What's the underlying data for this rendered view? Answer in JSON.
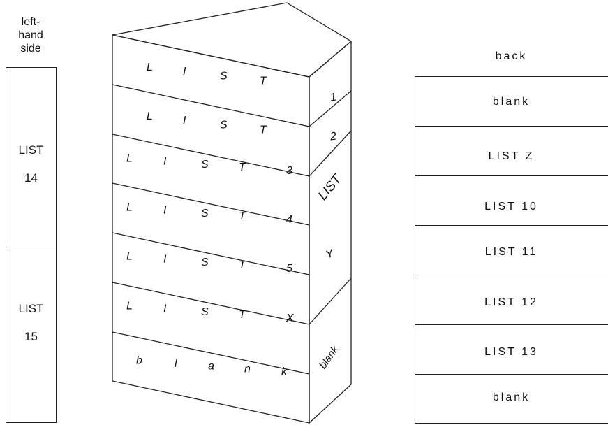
{
  "left_side": {
    "header_lines": [
      "left-",
      "hand",
      "side"
    ],
    "panels": [
      {
        "line1": "LIST",
        "line2": "14"
      },
      {
        "line1": "LIST",
        "line2": "15"
      }
    ]
  },
  "front": {
    "rows": [
      {
        "letters": [
          "L",
          "I",
          "S",
          "T",
          ""
        ]
      },
      {
        "letters": [
          "L",
          "I",
          "S",
          "T",
          ""
        ]
      },
      {
        "letters": [
          "L",
          "I",
          "S",
          "T",
          "3"
        ]
      },
      {
        "letters": [
          "L",
          "I",
          "S",
          "T",
          "4"
        ]
      },
      {
        "letters": [
          "L",
          "I",
          "S",
          "T",
          "5"
        ]
      },
      {
        "letters": [
          "L",
          "I",
          "S",
          "T",
          "X"
        ]
      },
      {
        "letters": [
          "b",
          "l",
          "a",
          "n",
          "k"
        ]
      }
    ]
  },
  "side": {
    "labels": [
      "1",
      "2",
      "LIST",
      "Y",
      "blank"
    ]
  },
  "back": {
    "header": "back",
    "cells": [
      "blank",
      "LIST Z",
      "LIST 10",
      "LIST 11",
      "LIST 12",
      "LIST 13",
      "blank"
    ]
  }
}
